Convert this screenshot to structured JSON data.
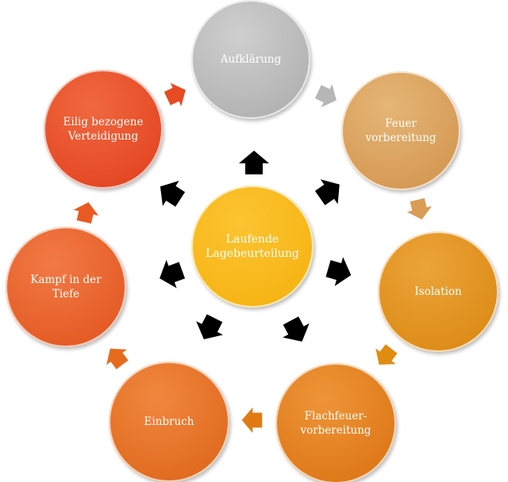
{
  "center": {
    "label": "Laufende\nLagebeurteilung",
    "color": "#f8b612"
  },
  "nodes": [
    {
      "label": "Aufklärung",
      "color": "#b6b6b6"
    },
    {
      "label": "Feuer\nvorbereitung",
      "color": "#d99c55"
    },
    {
      "label": "Isolation",
      "color": "#e08c10"
    },
    {
      "label": "Flachfeuer-\nvorbereitung",
      "color": "#e27a14"
    },
    {
      "label": "Einbruch",
      "color": "#e56c1c"
    },
    {
      "label": "Kampf in der\nTiefe",
      "color": "#e95a22"
    },
    {
      "label": "Eilig bezogene\nVerteidigung",
      "color": "#e84622"
    }
  ]
}
